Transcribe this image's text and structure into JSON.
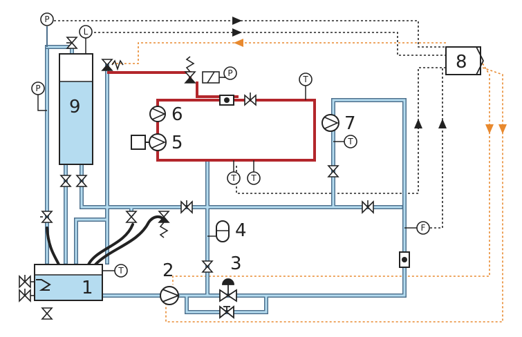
{
  "labels": {
    "n1": "1",
    "n2": "2",
    "n3": "3",
    "n4": "4",
    "n5": "5",
    "n6": "6",
    "n7": "7",
    "n8": "8",
    "n9": "9"
  },
  "instruments": {
    "p_top": "P",
    "l_top": "L",
    "p_side": "P",
    "p_pipe": "P",
    "t_top": "T",
    "t_hx": "T",
    "t_bottom_1": "T",
    "t_bottom_2": "T",
    "t_tank": "T",
    "f_flow": "F"
  },
  "colors": {
    "water": "#b5dcf0",
    "pipe_outline": "#4d6f8c",
    "hot_pipe": "#b3262b",
    "signal_black": "#222222",
    "signal_orange": "#e8892e"
  }
}
